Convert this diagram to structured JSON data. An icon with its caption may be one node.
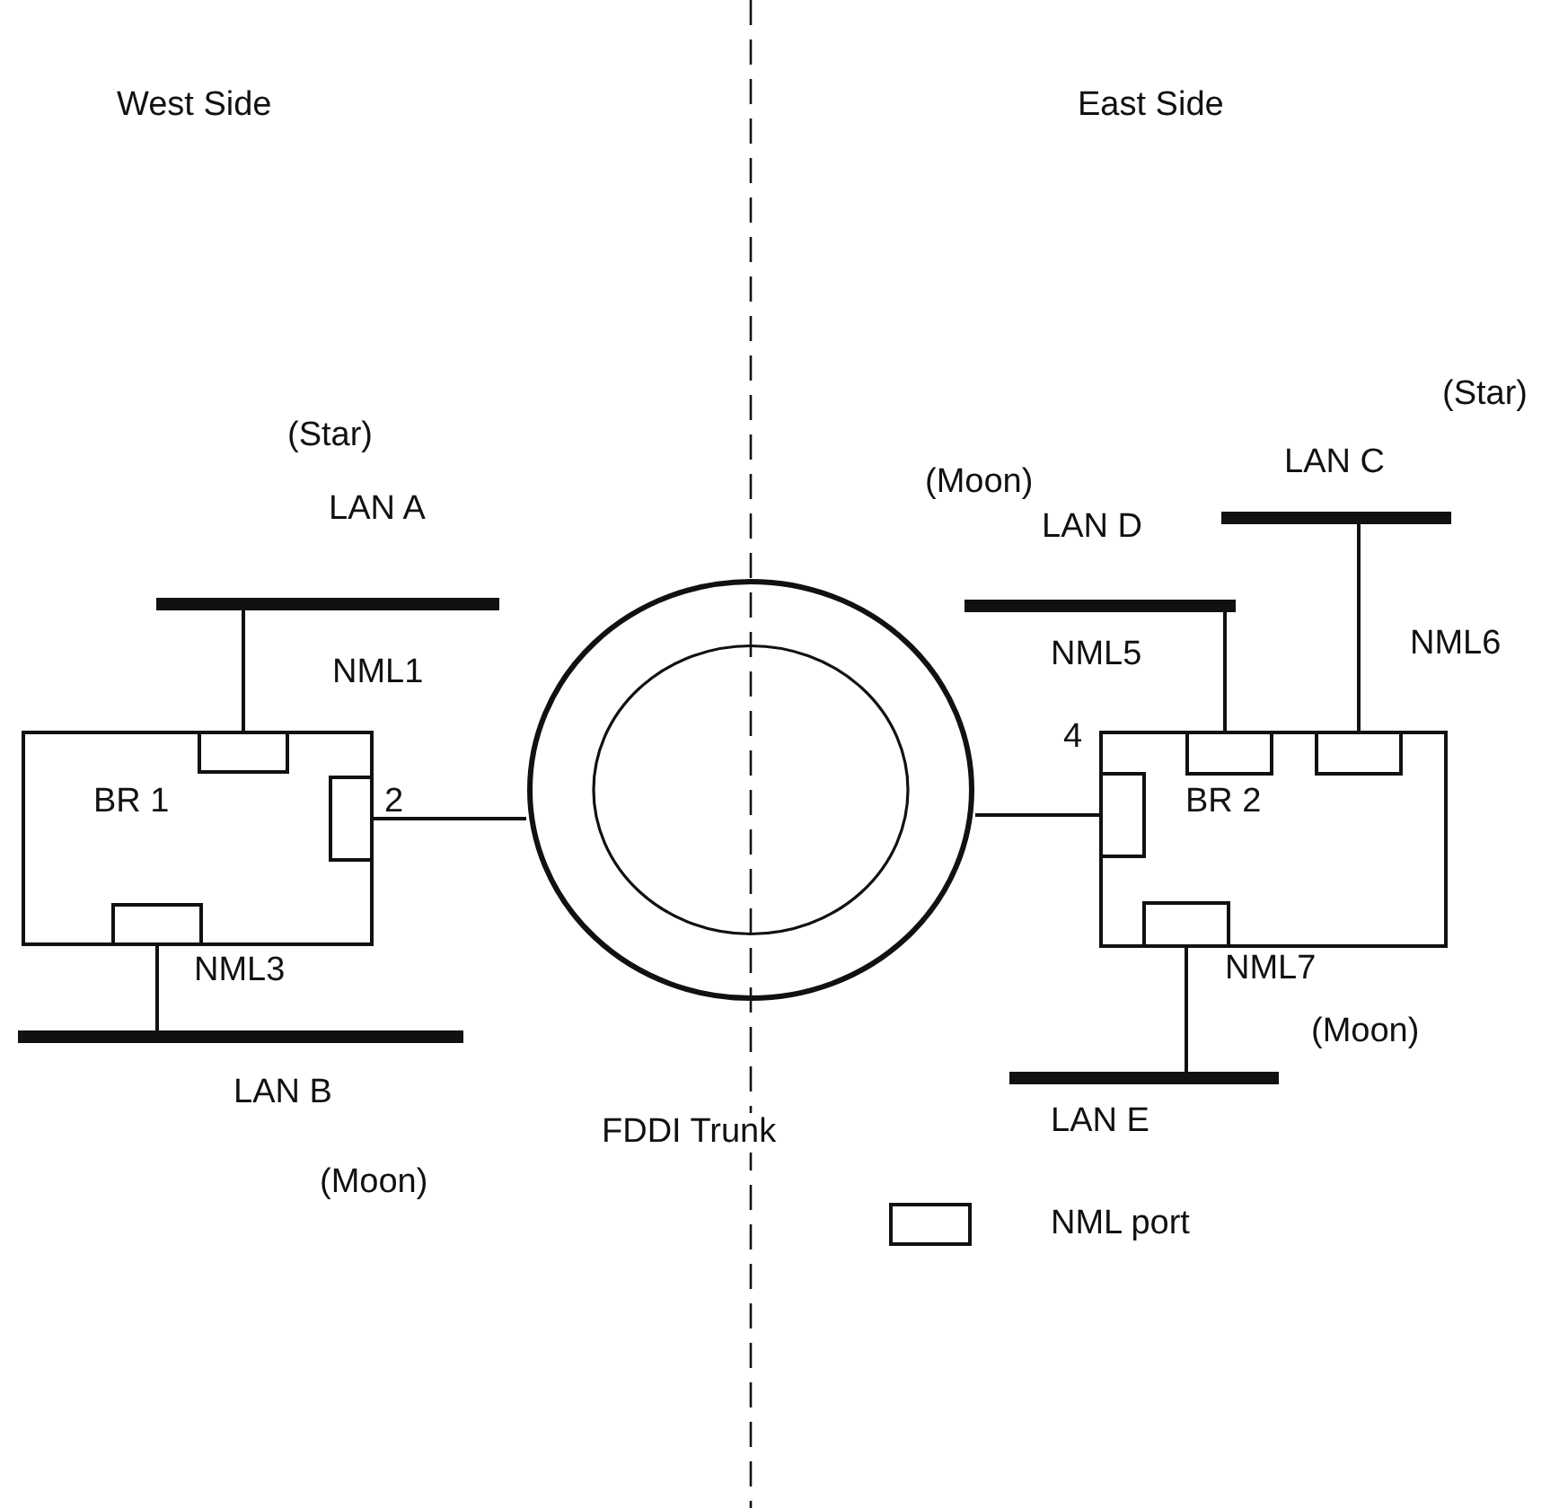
{
  "diagram": {
    "nodes": [
      {
        "text": [
          "LAN A"
        ]
      },
      {
        "text": [
          "BR 1"
        ]
      },
      {
        "text": [],
        "shape": "box",
        "in": 1
      },
      {
        "text": [],
        "shape": "box",
        "in": 1,
        "beside": [
          "2"
        ]
      },
      {
        "text": [],
        "shape": "box",
        "in": 1
      },
      {
        "text": [
          "LAN B"
        ]
      },
      {
        "text": [
          "FDDI Trunk"
        ]
      },
      {
        "text": [
          "LAN D"
        ]
      },
      {
        "text": [
          "LAN C"
        ]
      },
      {
        "text": [
          "BR 2"
        ]
      },
      {
        "text": [],
        "shape": "box",
        "in": 9,
        "beside": [
          "4"
        ]
      },
      {
        "text": [],
        "shape": "box",
        "in": 9
      },
      {
        "text": [],
        "shape": "box",
        "in": 9
      },
      {
        "text": [],
        "shape": "box",
        "in": 9
      },
      {
        "text": [
          "LAN E"
        ]
      }
    ],
    "edges": [
      {
        "from": 0,
        "to": 2,
        "arrow": "none",
        "label": "NML1"
      },
      {
        "from": 3,
        "to": 6,
        "arrow": "none"
      },
      {
        "from": 4,
        "to": 5,
        "arrow": "none",
        "label": "NML3"
      },
      {
        "from": 6,
        "to": 10,
        "arrow": "none"
      },
      {
        "from": 7,
        "to": 11,
        "arrow": "none",
        "label": "NML5"
      },
      {
        "from": 8,
        "to": 12,
        "arrow": "none",
        "label": "NML6"
      },
      {
        "from": 13,
        "to": 14,
        "arrow": "none",
        "label": "NML7"
      }
    ],
    "labels": [
      "West Side",
      "East Side",
      "(Star)",
      "(Star)",
      "(Moon)",
      "(Moon)",
      "(Moon)"
    ],
    "legend": [
      {
        "text": "NML port"
      }
    ]
  }
}
